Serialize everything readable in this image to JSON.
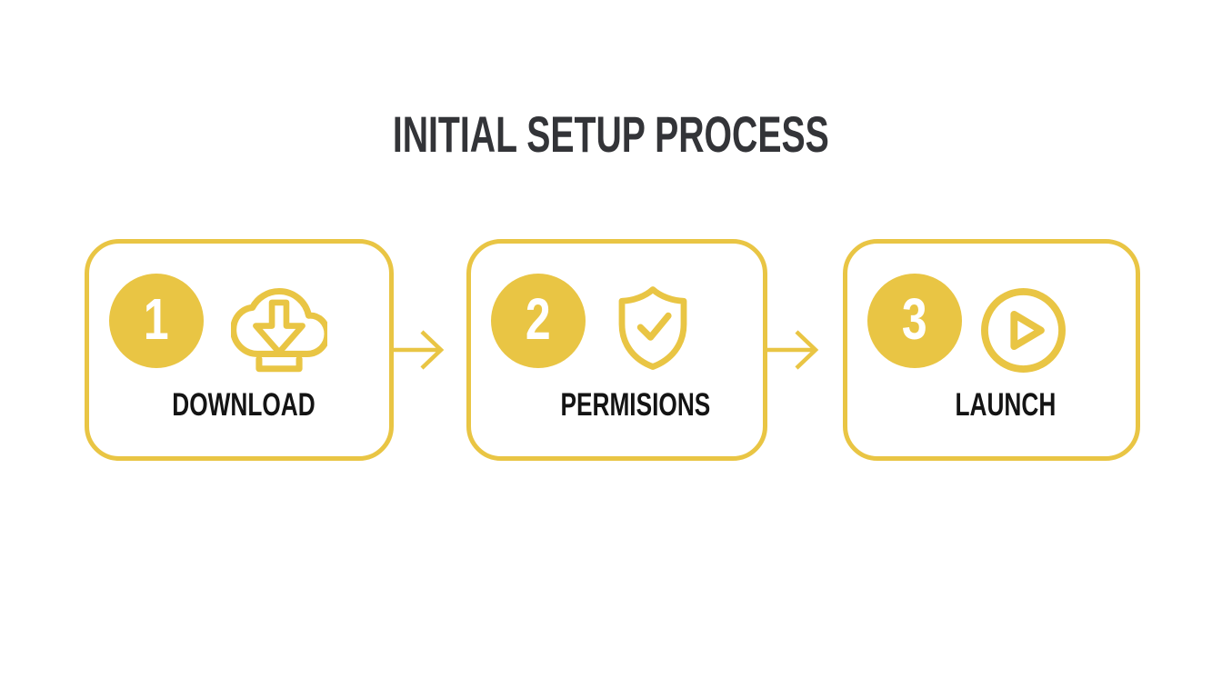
{
  "title": "INITIAL SETUP PROCESS",
  "colors": {
    "accent": "#E9C544",
    "title": "#333438",
    "label": "#141414",
    "number": "#FFFFFF",
    "background": "#FFFFFF"
  },
  "steps": [
    {
      "number": "1",
      "label": "DOWNLOAD",
      "icon": "cloud-download-icon"
    },
    {
      "number": "2",
      "label": "PERMISIONS",
      "icon": "shield-check-icon"
    },
    {
      "number": "3",
      "label": "LAUNCH",
      "icon": "play-circle-icon"
    }
  ],
  "connectors": [
    {
      "icon": "arrow-right-icon"
    },
    {
      "icon": "arrow-right-icon"
    }
  ]
}
